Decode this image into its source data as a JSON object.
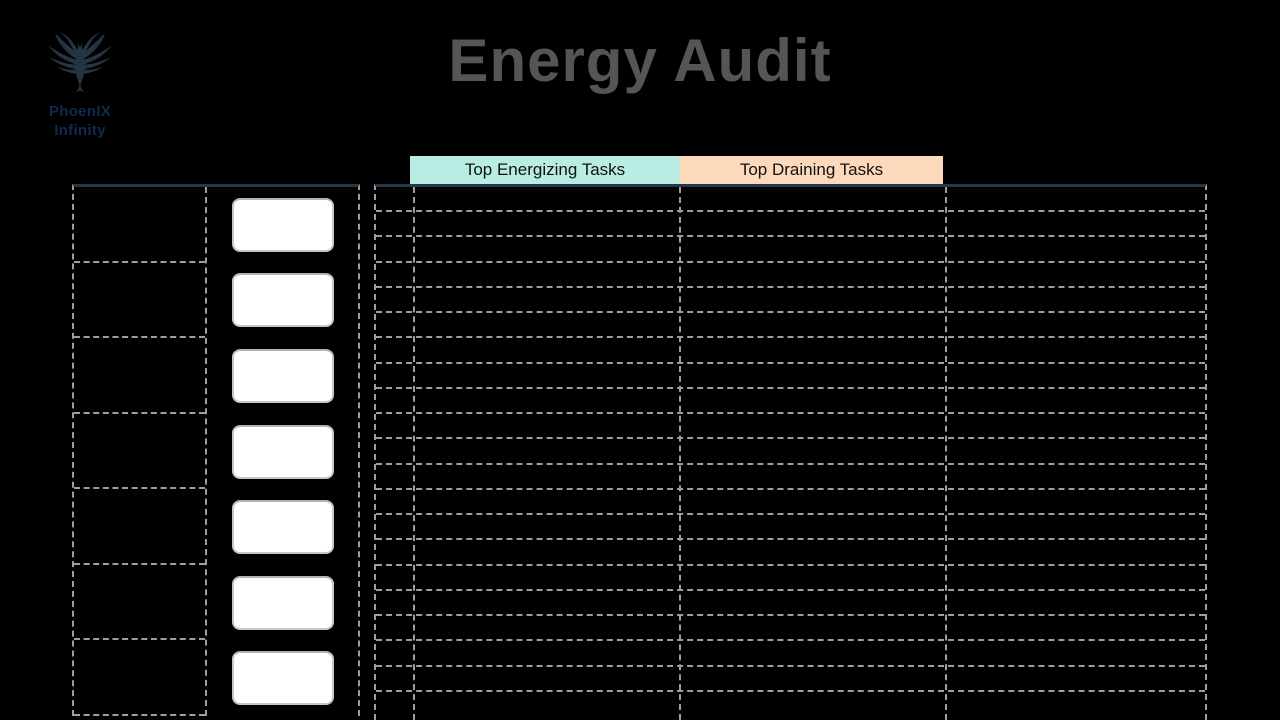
{
  "page": {
    "title": "Energy Audit",
    "background_color": "#000000",
    "title_color": "#555555"
  },
  "brand": {
    "name_line1": "PhoenIX",
    "name_line2": "Infinity",
    "logo_icon": "phoenix-icon",
    "text_color": "#0f2a4e",
    "icon_color": "#243444"
  },
  "table_headers": [
    {
      "label": "Top Energizing Tasks",
      "color": "#b9ece2"
    },
    {
      "label": "Top Draining Tasks",
      "color": "#fdd9bb"
    }
  ],
  "left_panel": {
    "row_count": 7,
    "rating_box_count": 7
  },
  "grid": {
    "horizontal_line_count": 20,
    "columns": [
      {
        "name": "rank-column"
      },
      {
        "name": "energizing-column"
      },
      {
        "name": "draining-column"
      },
      {
        "name": "notes-column"
      }
    ]
  },
  "colors": {
    "accent_line": "#26374c",
    "dashed_line": "#9e9e9e",
    "header_text": "#111111",
    "rating_box_fill": "#ffffff"
  }
}
